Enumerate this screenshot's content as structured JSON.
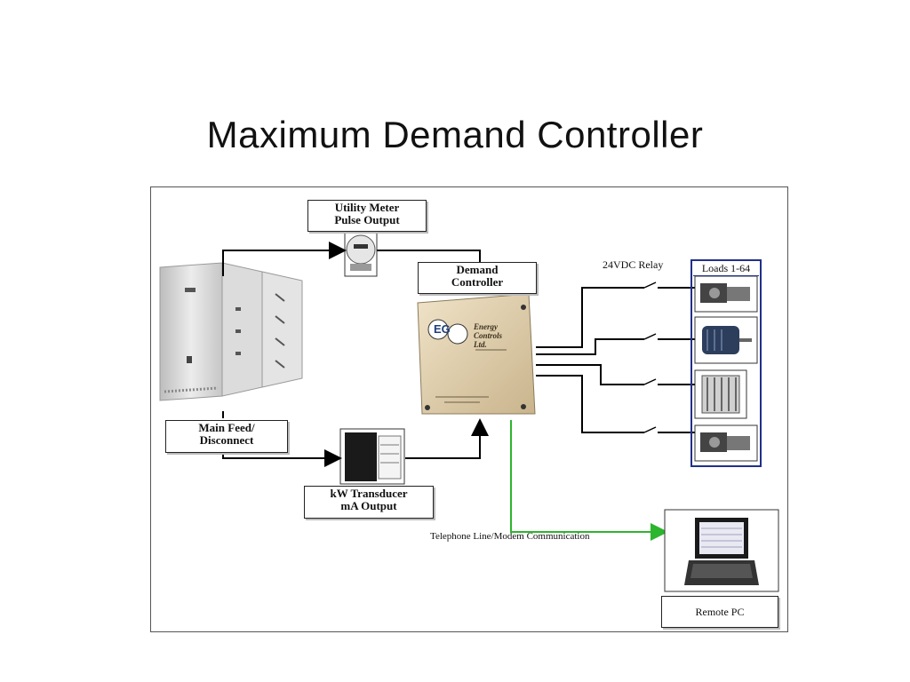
{
  "slide": {
    "title": "Maximum Demand Controller"
  },
  "diagram": {
    "utility_meter": "Utility Meter\nPulse Output",
    "demand_controller": "Demand\nController",
    "main_feed": "Main Feed/\nDisconnect",
    "kw_transducer": "kW Transducer\nmA Output",
    "relay_label": "24VDC Relay",
    "loads_label": "Loads 1-64",
    "telephone_label": "Telephone Line/Modem Communication",
    "remote_pc": "Remote PC",
    "controller_brand": [
      "Energy",
      "Controls",
      "Ltd."
    ],
    "controller_badge": "EG",
    "colors": {
      "comm_line": "#2db52d",
      "loads_border": "#20308a",
      "cabinet": "#d8d8d8",
      "controller": "#e3d2b0"
    }
  }
}
